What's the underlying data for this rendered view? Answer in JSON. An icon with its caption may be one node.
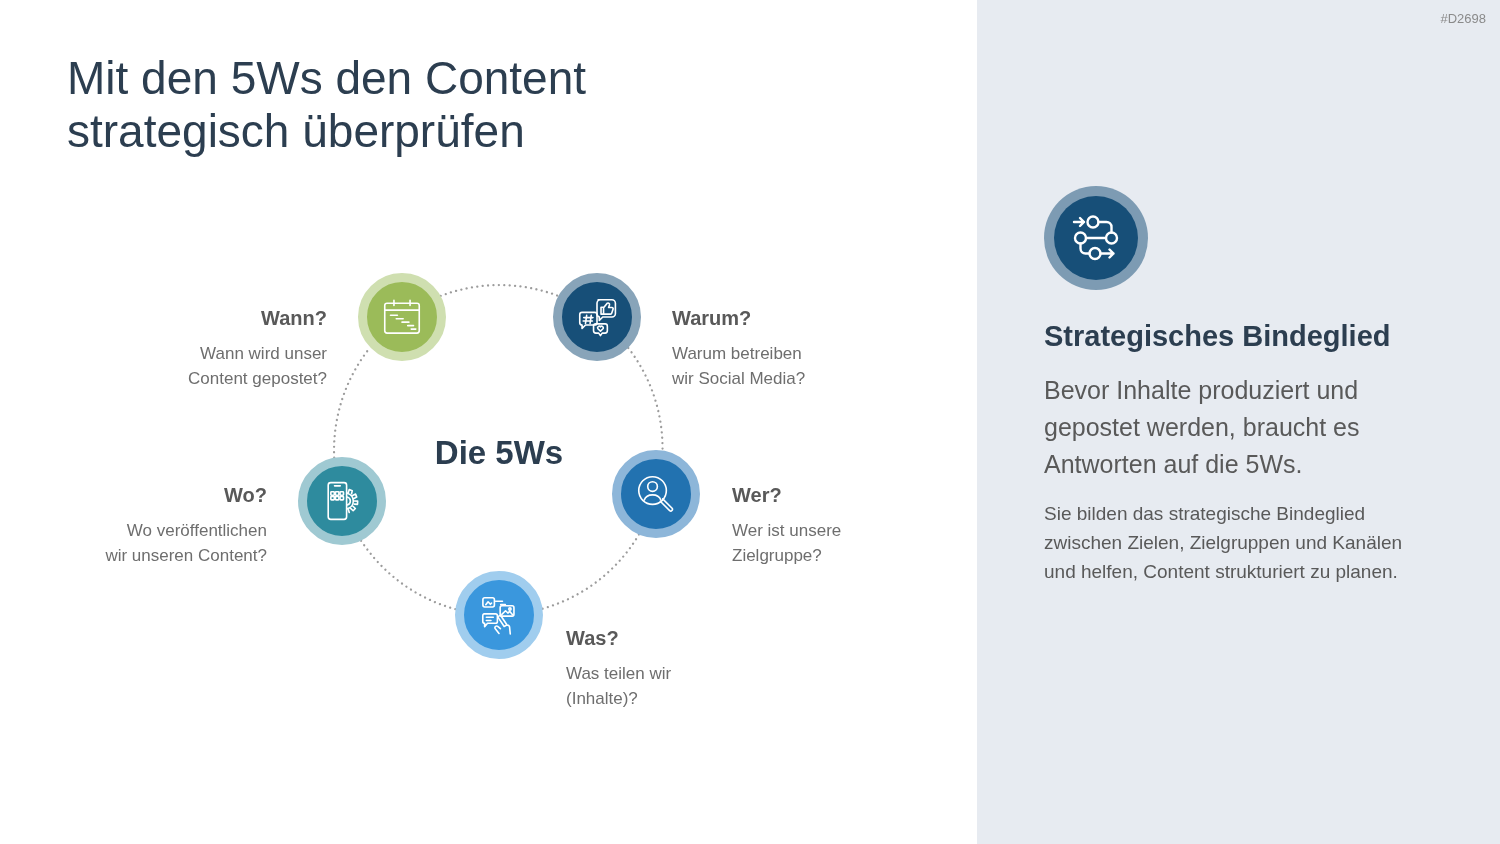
{
  "diagram": {
    "title": "Mit den 5Ws den Content strategisch überprüfen",
    "nodes": [
      {
        "text": [],
        "shape": "circle",
        "beside": [
          "Wann?",
          "Wann wird unser Content gepostet?"
        ]
      },
      {
        "text": [],
        "shape": "circle",
        "beside": [
          "Warum?",
          "Warum betreiben wir Social Media?"
        ]
      },
      {
        "text": [],
        "shape": "circle",
        "beside": [
          "Wo?",
          "Wo veröffentlichen wir unseren Content?"
        ]
      },
      {
        "text": [],
        "shape": "circle",
        "beside": [
          "Wer?",
          "Wer ist unsere Zielgruppe?"
        ]
      },
      {
        "text": [],
        "shape": "circle",
        "beside": [
          "Was?",
          "Was teilen wir (Inhalte)?"
        ]
      },
      {
        "text": [
          "Strategisches Bindeglied",
          "Bevor Inhalte produziert und gepostet werden, braucht es Antworten auf die 5Ws.",
          "Sie bilden das strategische Bindeglied zwischen Zielen, Zielgruppen und Kanälen und helfen, Content strukturiert zu planen."
        ]
      }
    ],
    "edges": [
      {
        "from": 0,
        "to": 1,
        "arrow": "none",
        "style": "dashed"
      },
      {
        "from": 1,
        "to": 3,
        "arrow": "none",
        "style": "dashed"
      },
      {
        "from": 3,
        "to": 4,
        "arrow": "none",
        "style": "dashed"
      },
      {
        "from": 4,
        "to": 2,
        "arrow": "none",
        "style": "dashed"
      },
      {
        "from": 2,
        "to": 0,
        "arrow": "none",
        "style": "dashed"
      }
    ],
    "labels": [
      "#D2698",
      "Die 5Ws"
    ]
  }
}
